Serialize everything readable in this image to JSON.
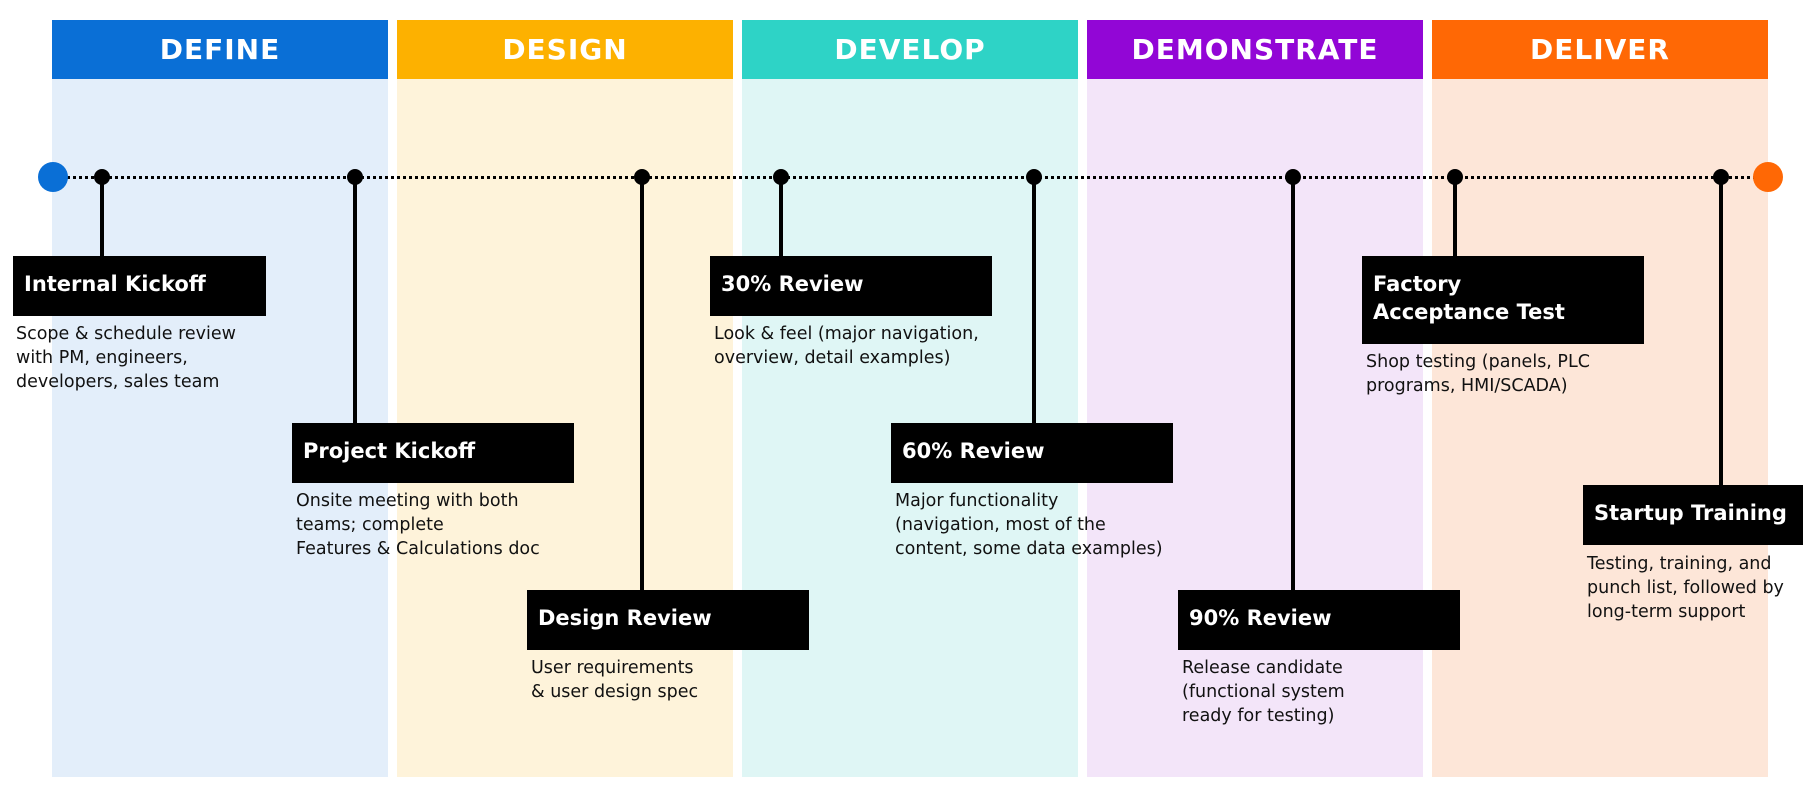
{
  "colors": {
    "define": "#0a6fd6",
    "design": "#fdb100",
    "develop": "#2ed3c6",
    "demonstrate": "#9206d6",
    "deliver": "#ff6805",
    "define_bg": "#e3eefa",
    "design_bg": "#fef3da",
    "develop_bg": "#dff6f5",
    "demonstrate_bg": "#f3e5f9",
    "deliver_bg": "#fde6d8",
    "milestone": "#000000"
  },
  "phases": [
    {
      "label": "DEFINE"
    },
    {
      "label": "DESIGN"
    },
    {
      "label": "DEVELOP"
    },
    {
      "label": "DEMONSTRATE"
    },
    {
      "label": "DELIVER"
    }
  ],
  "milestones": [
    {
      "title": [
        "Internal Kickoff"
      ],
      "desc": [
        "Scope & schedule review",
        "with PM, engineers,",
        "developers, sales team"
      ]
    },
    {
      "title": [
        "Project Kickoff"
      ],
      "desc": [
        "Onsite meeting with both",
        "teams; complete",
        "Features & Calculations doc"
      ]
    },
    {
      "title": [
        "Design Review"
      ],
      "desc": [
        "User requirements",
        "& user design spec"
      ]
    },
    {
      "title": [
        "30% Review"
      ],
      "desc": [
        "Look & feel (major navigation,",
        "overview, detail examples)"
      ]
    },
    {
      "title": [
        "60% Review"
      ],
      "desc": [
        "Major functionality",
        "(navigation, most of the",
        "content, some data examples)"
      ]
    },
    {
      "title": [
        "90% Review"
      ],
      "desc": [
        "Release candidate",
        "(functional system",
        "ready for testing)"
      ]
    },
    {
      "title": [
        "Factory",
        "Acceptance Test"
      ],
      "desc": [
        "Shop testing (panels, PLC",
        "programs, HMI/SCADA)"
      ]
    },
    {
      "title": [
        "Startup Training"
      ],
      "desc": [
        "Testing, training, and",
        "punch list, followed by",
        "long-term support"
      ]
    }
  ]
}
